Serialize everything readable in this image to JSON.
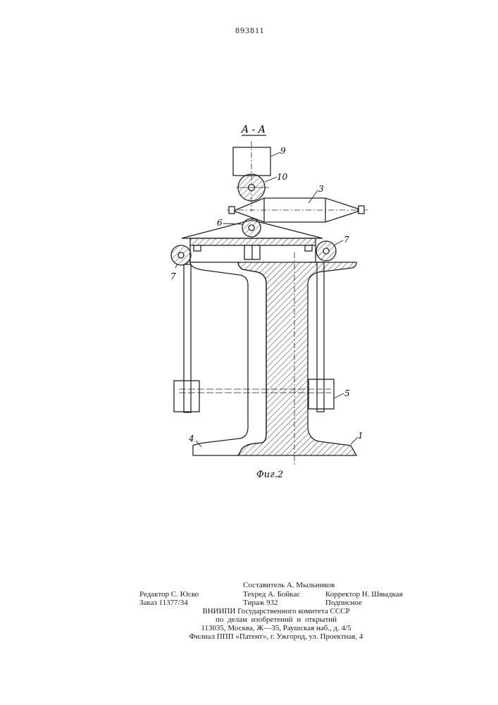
{
  "header": {
    "patent_number": "893811"
  },
  "figure": {
    "section_label": "A - A",
    "caption": "Фиг.2",
    "callouts": {
      "c9": "9",
      "c10": "10",
      "c3": "3",
      "c6": "6",
      "c7_right": "7",
      "c7_left": "7",
      "c5": "5",
      "c4": "4",
      "c1": "1"
    }
  },
  "footer": {
    "compiler": "Составитель А. Мыльников",
    "editor": "Редактор С. Юско",
    "techred": "Техред А. Бойкас",
    "corrector": "Корректор Н. Швыдкая",
    "order": "Заказ 11377/34",
    "circulation": "Тираж 932",
    "subscription": "Подписное",
    "org_line1": "ВНИИПИ Государственного комитета СССР",
    "org_line2": "по делам изобретений и открытий",
    "address": "113035, Москва, Ж—35, Раушская наб., д. 4/5",
    "branch": "Филиал ППП «Патент», г. Ужгород, ул. Проектная, 4"
  }
}
